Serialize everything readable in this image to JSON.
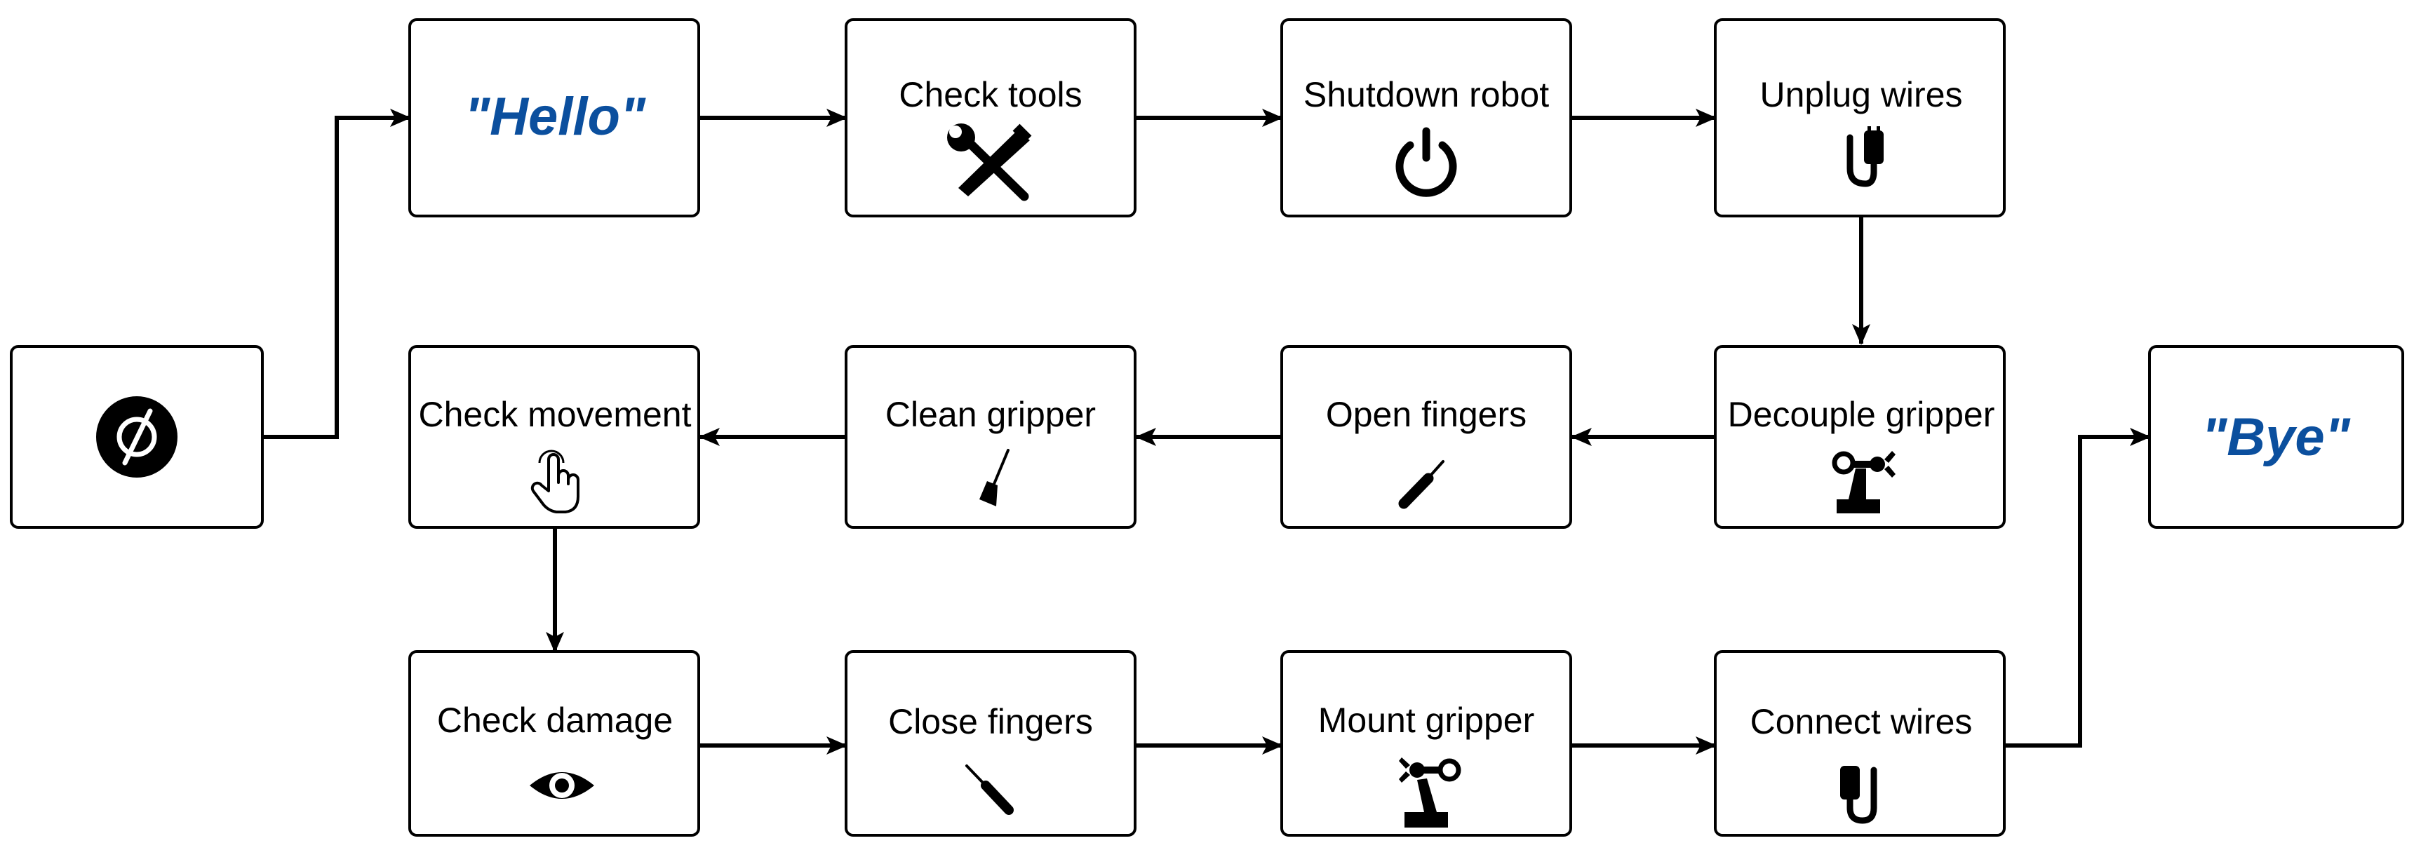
{
  "colors": {
    "quote": "#0B4F9E",
    "stroke": "#000000",
    "fill": "#ffffff"
  },
  "nodes": {
    "start": {
      "icon": "empty-set-icon"
    },
    "hello": {
      "label": "\"Hello\""
    },
    "check_tools": {
      "label": "Check tools",
      "icon": "tools-icon"
    },
    "shutdown_robot": {
      "label": "Shutdown robot",
      "icon": "power-icon"
    },
    "unplug_wires": {
      "label": "Unplug wires",
      "icon": "plug-icon"
    },
    "decouple_gripper": {
      "label": "Decouple gripper",
      "icon": "robot-arm-icon"
    },
    "open_fingers": {
      "label": "Open fingers",
      "icon": "screwdriver-icon"
    },
    "clean_gripper": {
      "label": "Clean gripper",
      "icon": "broom-icon"
    },
    "check_movement": {
      "label": "Check movement",
      "icon": "hand-pointer-icon"
    },
    "check_damage": {
      "label": "Check damage",
      "icon": "eye-icon"
    },
    "close_fingers": {
      "label": "Close fingers",
      "icon": "screwdriver-icon"
    },
    "mount_gripper": {
      "label": "Mount gripper",
      "icon": "robot-arm-icon"
    },
    "connect_wires": {
      "label": "Connect wires",
      "icon": "plug-icon"
    },
    "bye": {
      "label": "\"Bye\""
    }
  }
}
